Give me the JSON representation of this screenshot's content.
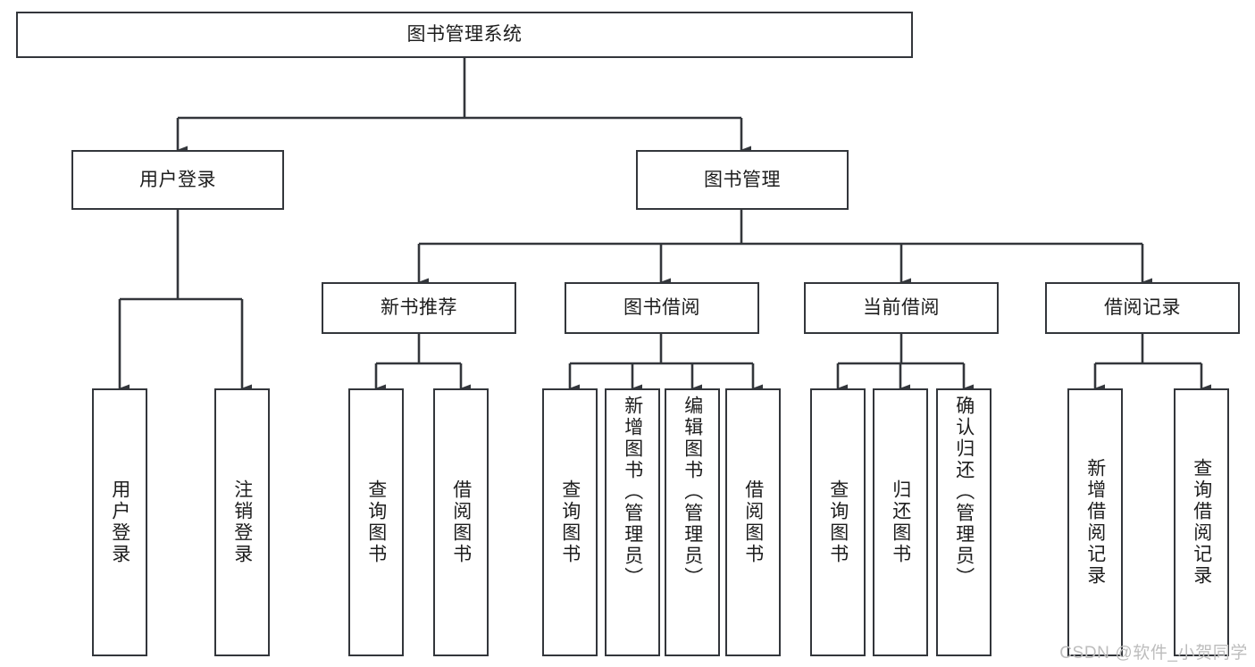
{
  "diagram": {
    "title": "图书管理系统",
    "type": "tree-hierarchy-chart",
    "root": {
      "label": "图书管理系统"
    },
    "level2": [
      {
        "label": "用户登录"
      },
      {
        "label": "图书管理"
      }
    ],
    "level3": [
      {
        "label": "新书推荐"
      },
      {
        "label": "图书借阅"
      },
      {
        "label": "当前借阅"
      },
      {
        "label": "借阅记录"
      }
    ],
    "leaves": [
      {
        "label": "用户登录",
        "parent": "用户登录"
      },
      {
        "label": "注销登录",
        "parent": "用户登录"
      },
      {
        "label": "查询图书",
        "parent": "新书推荐"
      },
      {
        "label": "借阅图书",
        "parent": "新书推荐"
      },
      {
        "label": "查询图书",
        "parent": "图书借阅"
      },
      {
        "label": "新增图书（管理员）",
        "parent": "图书借阅"
      },
      {
        "label": "编辑图书（管理员）",
        "parent": "图书借阅"
      },
      {
        "label": "借阅图书",
        "parent": "图书借阅"
      },
      {
        "label": "查询图书",
        "parent": "当前借阅"
      },
      {
        "label": "归还图书",
        "parent": "当前借阅"
      },
      {
        "label": "确认归还（管理员）",
        "parent": "当前借阅"
      },
      {
        "label": "新增借阅记录",
        "parent": "借阅记录"
      },
      {
        "label": "查询借阅记录",
        "parent": "借阅记录"
      }
    ]
  },
  "watermark": {
    "text": "CSDN @软件_小贺同学"
  },
  "colors": {
    "box_border": "#33363b",
    "box_fill": "#ffffff",
    "edge": "#33363b",
    "text": "#1d1d1d",
    "watermark": "#bdbdbd",
    "background": "#ffffff"
  }
}
